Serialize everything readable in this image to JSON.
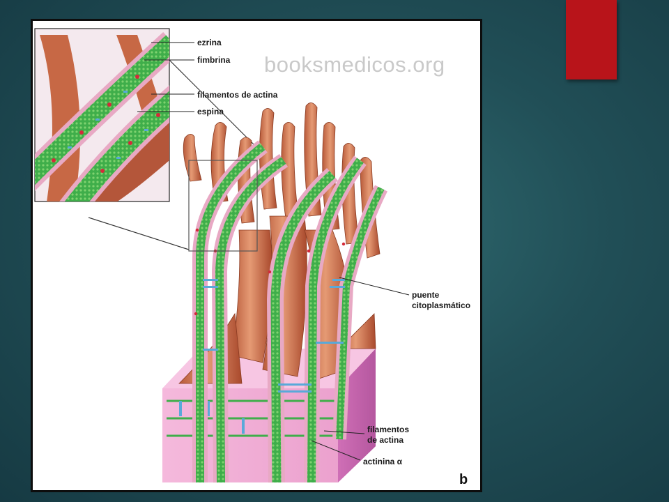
{
  "slide": {
    "accent_color": "#b8141a",
    "background_color": "#1f4c55"
  },
  "figure": {
    "watermark": "booksmedicos.org",
    "panel_letter": "b",
    "labels": {
      "ezrina": "ezrina",
      "fimbrina": "fimbrina",
      "filamentos_actina_top": "filamentos de actina",
      "espina": "espina",
      "puente_line1": "puente",
      "puente_line2": "citoplasmático",
      "filamentos_bottom_line1": "filamentos",
      "filamentos_bottom_line2": "de actina",
      "actinina": "actinina α"
    },
    "colors": {
      "stereocilia": "#d97c57",
      "membrane": "#e8a9c4",
      "actin": "#3fae4a",
      "crosslink": "#59a9d9",
      "cell_body": "#f2b5d8"
    }
  }
}
